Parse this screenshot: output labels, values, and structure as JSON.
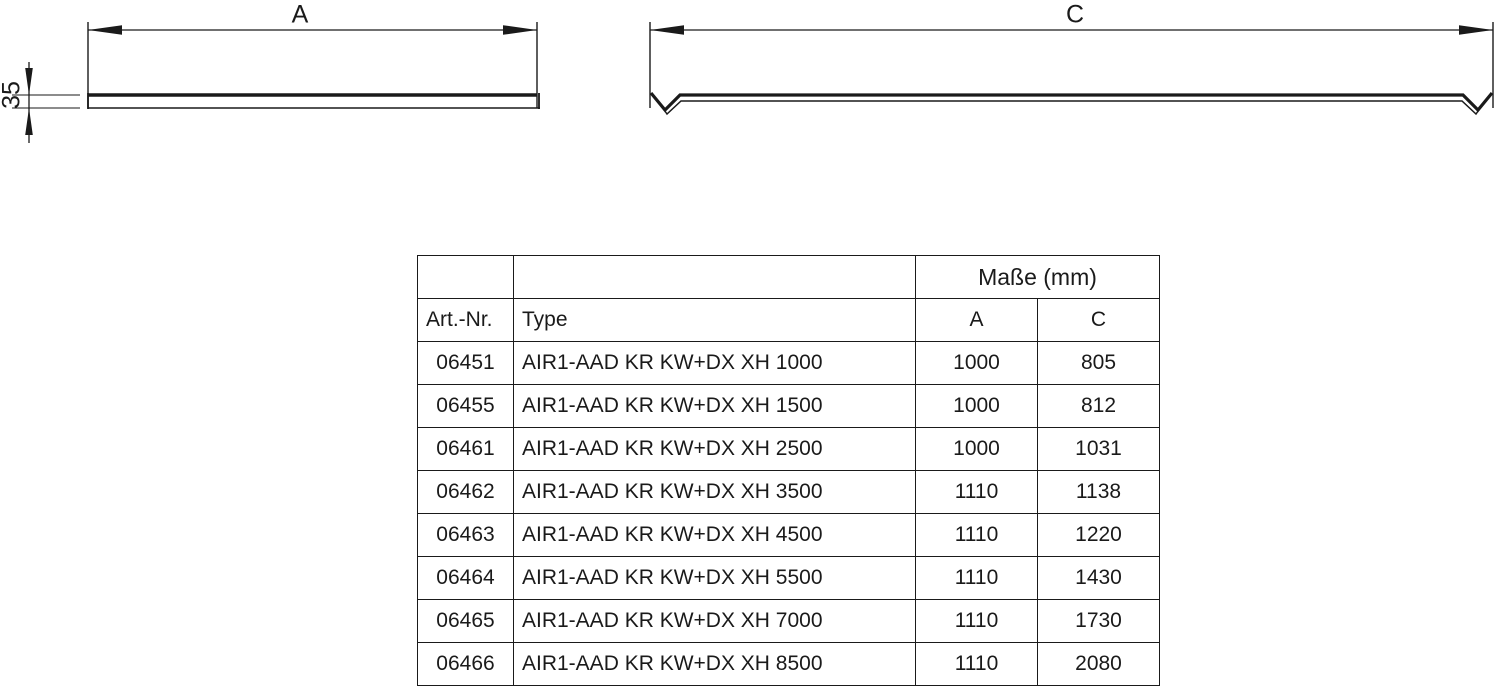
{
  "drawing": {
    "views": [
      {
        "name": "left-view",
        "dimension_label": "A",
        "thickness_label": "35",
        "end_style": "flat"
      },
      {
        "name": "right-view",
        "dimension_label": "C",
        "end_style": "v-hook"
      }
    ],
    "dim_a": "A",
    "dim_c": "C",
    "dim_thickness": "35"
  },
  "table": {
    "measures_header": "Maße (mm)",
    "columns": {
      "art_nr": "Art.-Nr.",
      "type": "Type",
      "a": "A",
      "c": "C"
    },
    "rows": [
      {
        "art_nr": "06451",
        "type": "AIR1-AAD KR KW+DX XH 1000",
        "a": "1000",
        "c": "805"
      },
      {
        "art_nr": "06455",
        "type": "AIR1-AAD KR KW+DX XH 1500",
        "a": "1000",
        "c": "812"
      },
      {
        "art_nr": "06461",
        "type": "AIR1-AAD KR KW+DX XH 2500",
        "a": "1000",
        "c": "1031"
      },
      {
        "art_nr": "06462",
        "type": "AIR1-AAD KR KW+DX XH 3500",
        "a": "1110",
        "c": "1138"
      },
      {
        "art_nr": "06463",
        "type": "AIR1-AAD KR KW+DX XH 4500",
        "a": "1110",
        "c": "1220"
      },
      {
        "art_nr": "06464",
        "type": "AIR1-AAD KR KW+DX XH 5500",
        "a": "1110",
        "c": "1430"
      },
      {
        "art_nr": "06465",
        "type": "AIR1-AAD KR KW+DX XH 7000",
        "a": "1110",
        "c": "1730"
      },
      {
        "art_nr": "06466",
        "type": "AIR1-AAD KR KW+DX XH 8500",
        "a": "1110",
        "c": "2080"
      }
    ]
  },
  "colors": {
    "line": "#1a1a1a",
    "background": "#ffffff"
  }
}
